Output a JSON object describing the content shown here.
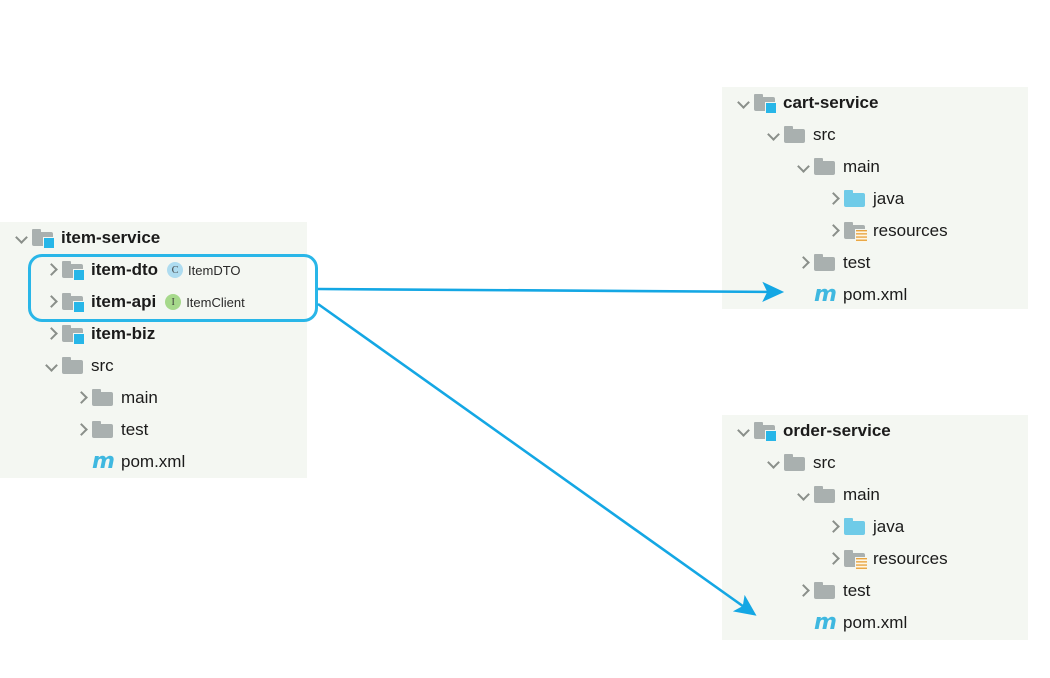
{
  "diagram": {
    "title": "Maven multi-module project structure with shared API module",
    "accent_color": "#29b6e8",
    "panel_background": "#f4f7f2",
    "folder_gray": "#a9b0af",
    "java_folder_blue": "#6fcbe8",
    "class_badge_color": "#aedcf0",
    "interface_badge_color": "#a6d98b"
  },
  "panels": {
    "item_service": {
      "name": "item-service-tree",
      "rows": [
        {
          "label": "item-service",
          "icon": "module-folder-icon",
          "twisty": "open",
          "bold": true,
          "indent": 0
        },
        {
          "label": "item-dto",
          "icon": "module-folder-icon",
          "twisty": "closed",
          "bold": true,
          "indent": 1,
          "chip": {
            "kind": "class",
            "letter": "C",
            "name": "ItemDTO"
          }
        },
        {
          "label": "item-api",
          "icon": "module-folder-icon",
          "twisty": "closed",
          "bold": true,
          "indent": 1,
          "chip": {
            "kind": "interface",
            "letter": "I",
            "name": "ItemClient"
          }
        },
        {
          "label": "item-biz",
          "icon": "module-folder-icon",
          "twisty": "closed",
          "bold": true,
          "indent": 1
        },
        {
          "label": "src",
          "icon": "folder-icon",
          "twisty": "open",
          "bold": false,
          "indent": 1
        },
        {
          "label": "main",
          "icon": "folder-icon",
          "twisty": "closed",
          "bold": false,
          "indent": 2
        },
        {
          "label": "test",
          "icon": "folder-icon",
          "twisty": "closed",
          "bold": false,
          "indent": 2
        },
        {
          "label": "pom.xml",
          "icon": "maven-icon",
          "twisty": "none",
          "bold": false,
          "indent": 2,
          "icon_glyph": "m"
        }
      ]
    },
    "cart_service": {
      "name": "cart-service-tree",
      "rows": [
        {
          "label": "cart-service",
          "icon": "module-folder-icon",
          "twisty": "open",
          "bold": true,
          "indent": 0
        },
        {
          "label": "src",
          "icon": "folder-icon",
          "twisty": "open",
          "bold": false,
          "indent": 1
        },
        {
          "label": "main",
          "icon": "folder-icon",
          "twisty": "open",
          "bold": false,
          "indent": 2
        },
        {
          "label": "java",
          "icon": "java-folder-icon",
          "twisty": "closed",
          "bold": false,
          "indent": 3
        },
        {
          "label": "resources",
          "icon": "resources-folder-icon",
          "twisty": "closed",
          "bold": false,
          "indent": 3
        },
        {
          "label": "test",
          "icon": "folder-icon",
          "twisty": "closed",
          "bold": false,
          "indent": 2
        },
        {
          "label": "pom.xml",
          "icon": "maven-icon",
          "twisty": "none",
          "bold": false,
          "indent": 2,
          "icon_glyph": "m"
        }
      ]
    },
    "order_service": {
      "name": "order-service-tree",
      "rows": [
        {
          "label": "order-service",
          "icon": "module-folder-icon",
          "twisty": "open",
          "bold": true,
          "indent": 0
        },
        {
          "label": "src",
          "icon": "folder-icon",
          "twisty": "open",
          "bold": false,
          "indent": 1
        },
        {
          "label": "main",
          "icon": "folder-icon",
          "twisty": "open",
          "bold": false,
          "indent": 2
        },
        {
          "label": "java",
          "icon": "java-folder-icon",
          "twisty": "closed",
          "bold": false,
          "indent": 3
        },
        {
          "label": "resources",
          "icon": "resources-folder-icon",
          "twisty": "closed",
          "bold": false,
          "indent": 3
        },
        {
          "label": "test",
          "icon": "folder-icon",
          "twisty": "closed",
          "bold": false,
          "indent": 2
        },
        {
          "label": "pom.xml",
          "icon": "maven-icon",
          "twisty": "none",
          "bold": false,
          "indent": 2,
          "icon_glyph": "m"
        }
      ]
    }
  },
  "highlight": {
    "name": "shared-modules-highlight",
    "targets": [
      "item-dto",
      "item-api"
    ]
  },
  "connectors": [
    {
      "name": "arrow-to-cart-service",
      "from": "shared-modules-highlight",
      "to": "cart-service-pom"
    },
    {
      "name": "arrow-to-order-service",
      "from": "shared-modules-highlight",
      "to": "order-service-pom"
    }
  ]
}
